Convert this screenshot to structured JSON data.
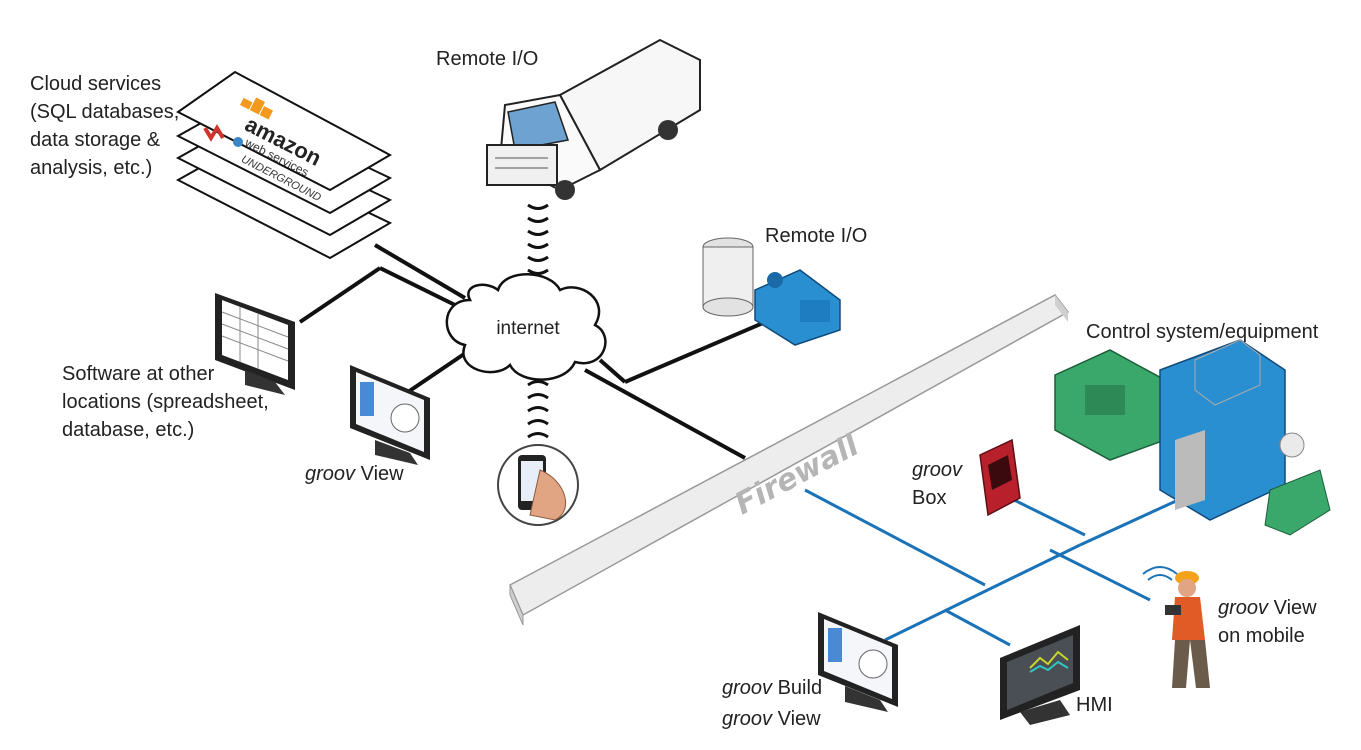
{
  "labels": {
    "cloud_services": [
      "Cloud services",
      "(SQL databases,",
      "data storage &",
      "analysis, etc.)"
    ],
    "remote_io_truck": "Remote I/O",
    "remote_io_pump": "Remote I/O",
    "internet": "internet",
    "software_other": [
      "Software at other",
      "locations (spreadsheet,",
      "database, etc.)"
    ],
    "groov_view_top": {
      "italic": "groov",
      "rest": " View"
    },
    "control_system": "Control system/equipment",
    "groov_box": {
      "italic": "groov",
      "rest": "Box"
    },
    "firewall": "Firewall",
    "groov_view_mobile": {
      "italic": "groov",
      "rest": " View",
      "line2": "on mobile"
    },
    "groov_build": {
      "italic": "groov",
      "rest": " Build"
    },
    "groov_view_bottom": {
      "italic": "groov",
      "rest": " View"
    },
    "hmi": "HMI"
  },
  "logos": {
    "amazon_line1": "amazon",
    "amazon_line2": "web services",
    "underground": "UNDERGROUND"
  },
  "colors": {
    "black_link": "#111111",
    "blue_link": "#1a73b8",
    "firewall_fill": "#ededed",
    "equipment_blue": "#2a8fd0",
    "equipment_green": "#3aa86a",
    "aws_orange": "#f39a1e"
  }
}
